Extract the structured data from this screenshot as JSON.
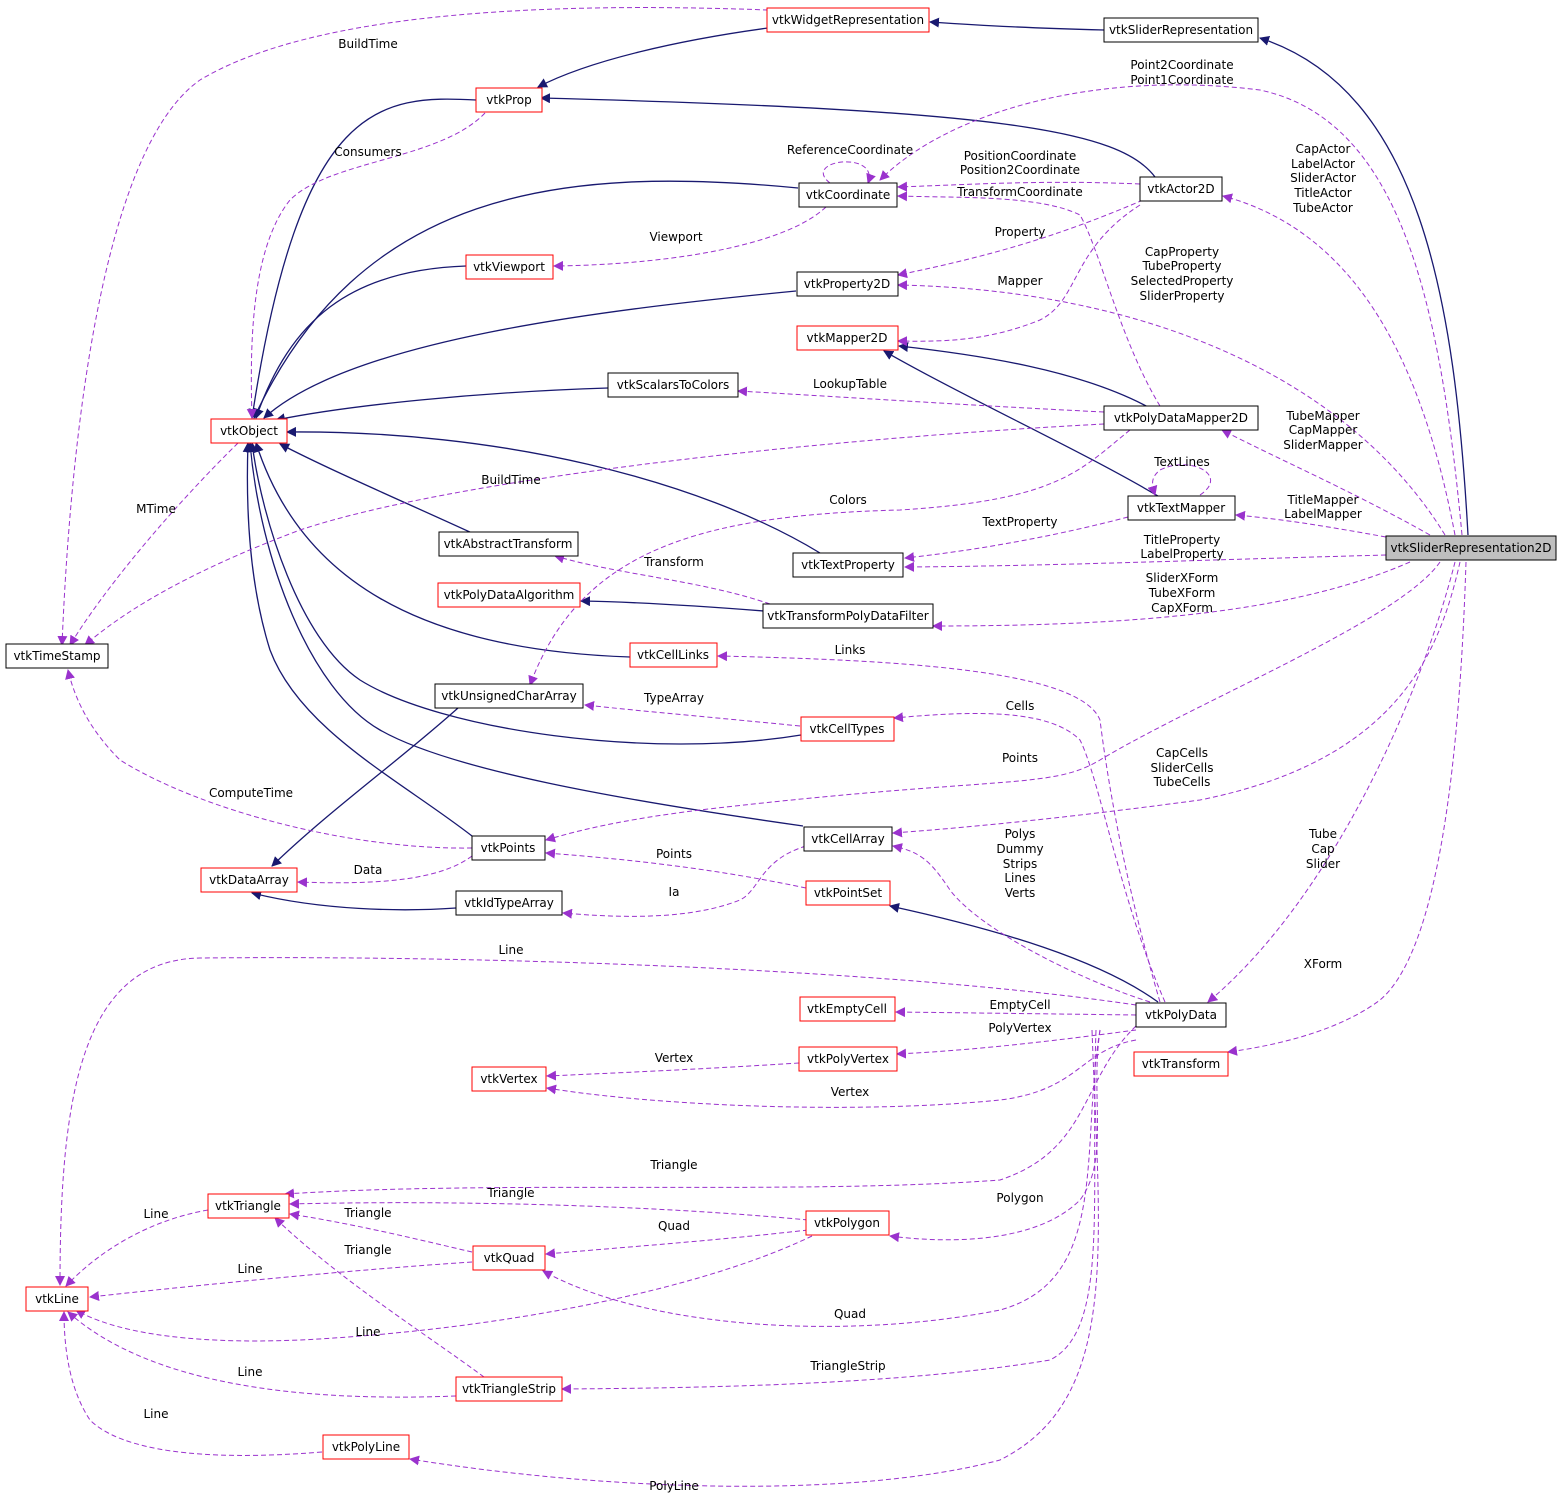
{
  "colors": {
    "inherit_edge": "#191970",
    "use_edge": "#9a32cd",
    "documented_border": "#000000",
    "undocumented_border": "#ff0000",
    "focus_fill": "#bfbfbf"
  },
  "nodes": {
    "vtkWidgetRepresentation": "vtkWidgetRepresentation",
    "vtkSliderRepresentation": "vtkSliderRepresentation",
    "vtkProp": "vtkProp",
    "vtkCoordinate": "vtkCoordinate",
    "vtkActor2D": "vtkActor2D",
    "vtkViewport": "vtkViewport",
    "vtkProperty2D": "vtkProperty2D",
    "vtkMapper2D": "vtkMapper2D",
    "vtkScalarsToColors": "vtkScalarsToColors",
    "vtkObject": "vtkObject",
    "vtkPolyDataMapper2D": "vtkPolyDataMapper2D",
    "vtkTextMapper": "vtkTextMapper",
    "vtkSliderRepresentation2D": "vtkSliderRepresentation2D",
    "vtkAbstractTransform": "vtkAbstractTransform",
    "vtkTextProperty": "vtkTextProperty",
    "vtkPolyDataAlgorithm": "vtkPolyDataAlgorithm",
    "vtkTransformPolyDataFilter": "vtkTransformPolyDataFilter",
    "vtkTimeStamp": "vtkTimeStamp",
    "vtkCellLinks": "vtkCellLinks",
    "vtkUnsignedCharArray": "vtkUnsignedCharArray",
    "vtkCellTypes": "vtkCellTypes",
    "vtkCellArray": "vtkCellArray",
    "vtkPoints": "vtkPoints",
    "vtkDataArray": "vtkDataArray",
    "vtkPointSet": "vtkPointSet",
    "vtkIdTypeArray": "vtkIdTypeArray",
    "vtkEmptyCell": "vtkEmptyCell",
    "vtkPolyData": "vtkPolyData",
    "vtkPolyVertex": "vtkPolyVertex",
    "vtkTransform": "vtkTransform",
    "vtkVertex": "vtkVertex",
    "vtkTriangle": "vtkTriangle",
    "vtkPolygon": "vtkPolygon",
    "vtkQuad": "vtkQuad",
    "vtkLine": "vtkLine",
    "vtkTriangleStrip": "vtkTriangleStrip",
    "vtkPolyLine": "vtkPolyLine"
  },
  "edge_labels": {
    "build_time_1": "BuildTime",
    "consumers": "Consumers",
    "point_coords": [
      "Point2Coordinate",
      "Point1Coordinate"
    ],
    "reference_coordinate": "ReferenceCoordinate",
    "position_coords": [
      "PositionCoordinate",
      "Position2Coordinate"
    ],
    "transform_coordinate": "TransformCoordinate",
    "actors": [
      "CapActor",
      "LabelActor",
      "SliderActor",
      "TitleActor",
      "TubeActor"
    ],
    "viewport": "Viewport",
    "property": "Property",
    "properties": [
      "CapProperty",
      "TubeProperty",
      "SelectedProperty",
      "SliderProperty"
    ],
    "mapper": "Mapper",
    "lookup_table": "LookupTable",
    "mappers": [
      "TubeMapper",
      "CapMapper",
      "SliderMapper"
    ],
    "mtime": "MTime",
    "text_lines": "TextLines",
    "build_time_2": "BuildTime",
    "colors": "Colors",
    "text_mappers": [
      "TitleMapper",
      "LabelMapper"
    ],
    "text_property": "TextProperty",
    "text_properties": [
      "TitleProperty",
      "LabelProperty"
    ],
    "transform": "Transform",
    "xforms": [
      "SliderXForm",
      "TubeXForm",
      "CapXForm"
    ],
    "links": "Links",
    "type_array": "TypeArray",
    "cells": "Cells",
    "points_1": "Points",
    "cell_sets": [
      "CapCells",
      "SliderCells",
      "TubeCells"
    ],
    "compute_time": "ComputeTime",
    "poly_cells": [
      "Polys",
      "Dummy",
      "Strips",
      "Lines",
      "Verts"
    ],
    "tube_cap_slider": [
      "Tube",
      "Cap",
      "Slider"
    ],
    "points_2": "Points",
    "data": "Data",
    "ia": "Ia",
    "line_top": "Line",
    "xform": "XForm",
    "empty_cell": "EmptyCell",
    "poly_vertex": "PolyVertex",
    "vertex_1": "Vertex",
    "vertex_2": "Vertex",
    "triangle_1": "Triangle",
    "triangle_2": "Triangle",
    "polygon": "Polygon",
    "line_tri": "Line",
    "triangle_3": "Triangle",
    "quad_1": "Quad",
    "triangle_4": "Triangle",
    "line_quad": "Line",
    "quad_2": "Quad",
    "line_poly": "Line",
    "triangle_strip": "TriangleStrip",
    "line_strip": "Line",
    "line_polyline": "Line",
    "poly_line": "PolyLine"
  }
}
